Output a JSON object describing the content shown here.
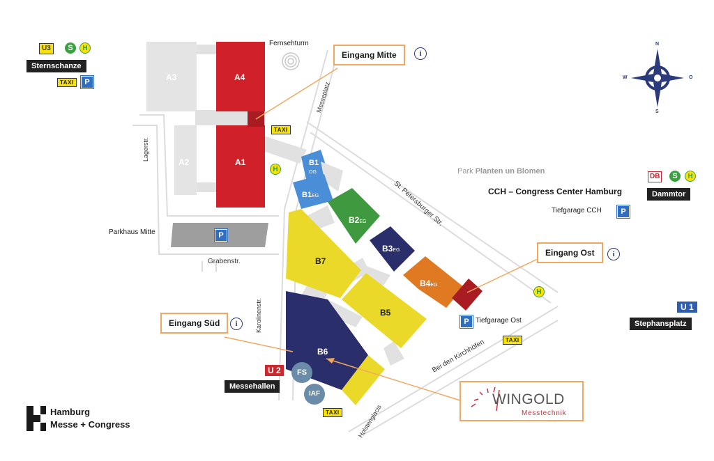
{
  "halls": {
    "a1": "A1",
    "a2": "A2",
    "a3": "A3",
    "a4": "A4",
    "b1og": "B1",
    "b1og_sub": "OG",
    "b1eg": "B1",
    "b1eg_sub": "EG",
    "b2": "B2",
    "b2_sub": "EG",
    "b3": "B3",
    "b3_sub": "EG",
    "b4": "B4",
    "b4_sub": "EG",
    "b5": "B5",
    "b6": "B6",
    "b7": "B7"
  },
  "entrances": {
    "mitte": "Eingang Mitte",
    "ost": "Eingang Ost",
    "sued": "Eingang Süd"
  },
  "info_glyph": "i",
  "streets": {
    "lagerstr": "Lagerstr.",
    "messeplatz": "Messeplatz",
    "st_petersburger": "St. Petersburger Str.",
    "grabenstr": "Grabenstr.",
    "karolinenstr": "Karolinenstr.",
    "bei_den_kirchhoefen": "Bei den Kirchhöfen",
    "holstenglacis": "Holstenglacis"
  },
  "landmarks": {
    "fernsehturm": "Fernsehturm",
    "park_prefix": "Park",
    "park_name": "Planten un Blomen",
    "cch": "CCH – Congress Center Hamburg",
    "tiefgarage_cch": "Tiefgarage CCH",
    "tiefgarage_ost": "Tiefgarage Ost",
    "parkhaus_mitte": "Parkhaus Mitte"
  },
  "stations": {
    "sternschanze": "Sternschanze",
    "dammtor": "Dammtor",
    "stephansplatz": "Stephansplatz",
    "messehallen": "Messehallen"
  },
  "transit": {
    "u3": "U3",
    "u2": "U 2",
    "u1": "U 1",
    "s": "S",
    "h": "H",
    "db": "DB",
    "taxi": "TAXI",
    "parking": "P",
    "fs": "FS",
    "iaf": "IAF"
  },
  "compass": {
    "n": "N",
    "s": "S",
    "w": "W",
    "o": "O"
  },
  "logo": {
    "line1": "Hamburg",
    "line2": "Messe + Congress"
  },
  "wingold": {
    "name": "WINGOLD",
    "tagline": "Messtechnik"
  },
  "colors": {
    "a_halls": "#d0202a",
    "gray_halls": "#e4e4e4",
    "b1": "#4a8ed8",
    "b2": "#3f9a3f",
    "b3": "#2a2f6b",
    "b4": "#e07a22",
    "yellow_halls": "#ebd92a",
    "b6": "#2a2f6b",
    "callout_border": "#f0a860",
    "navy": "#2b3a7a"
  }
}
